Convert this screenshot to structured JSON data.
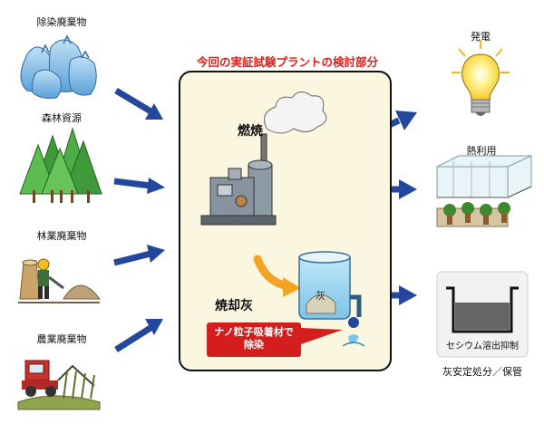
{
  "diagram": {
    "title": "今回の実証試験プラントの検討部分",
    "inputs": [
      {
        "label": "除染廃棄物",
        "icon": "waste-bags-icon"
      },
      {
        "label": "森林資源",
        "icon": "forest-icon"
      },
      {
        "label": "林業廃棄物",
        "icon": "forestry-worker-icon"
      },
      {
        "label": "農業廃棄物",
        "icon": "harvester-icon"
      }
    ],
    "plant": {
      "combustion_label": "燃焼",
      "ash_label": "焼却灰",
      "ash_tank_char": "灰",
      "callout_line1": "ナノ粒子吸着材で",
      "callout_line2": "除染"
    },
    "outputs": [
      {
        "label": "発電",
        "icon": "light-bulb-icon"
      },
      {
        "label": "熱利用",
        "icon": "greenhouse-icon"
      },
      {
        "label": "セシウム溶出抑制",
        "caption": "灰安定処分／保管",
        "icon": "storage-container-icon"
      }
    ],
    "colors": {
      "arrow": "#23479a",
      "orange_arrow": "#f2a524",
      "title": "#e0201b",
      "callout": "#d41e1e",
      "plant_bg": "#fbf6df"
    }
  }
}
